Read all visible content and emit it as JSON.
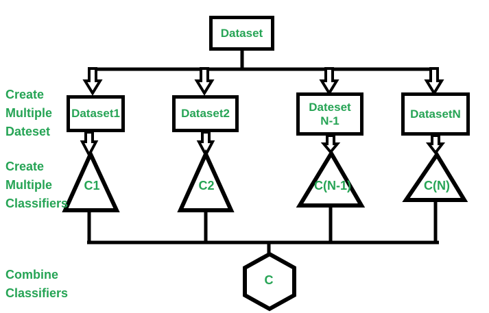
{
  "diagram": {
    "root_box": {
      "label": "Dataset"
    },
    "side_labels": [
      {
        "lines": [
          "Create",
          "Multiple",
          "Dateset"
        ]
      },
      {
        "lines": [
          "Create",
          "Multiple",
          "Classifiers"
        ]
      },
      {
        "lines": [
          "Combine",
          "Classifiers"
        ]
      }
    ],
    "dataset_boxes": [
      {
        "label": "Dataset1"
      },
      {
        "label": "Dataset2"
      },
      {
        "line1": "Dateset",
        "line2": "N-1"
      },
      {
        "label": "DatasetN"
      }
    ],
    "classifiers": [
      {
        "label": "C1"
      },
      {
        "label": "C2"
      },
      {
        "label": "C(N-1)"
      },
      {
        "label": "C(N)"
      }
    ],
    "combiner": {
      "label": "C"
    },
    "colors": {
      "text_green": "#26a455",
      "line_black": "#000000",
      "background": "#ffffff"
    }
  }
}
